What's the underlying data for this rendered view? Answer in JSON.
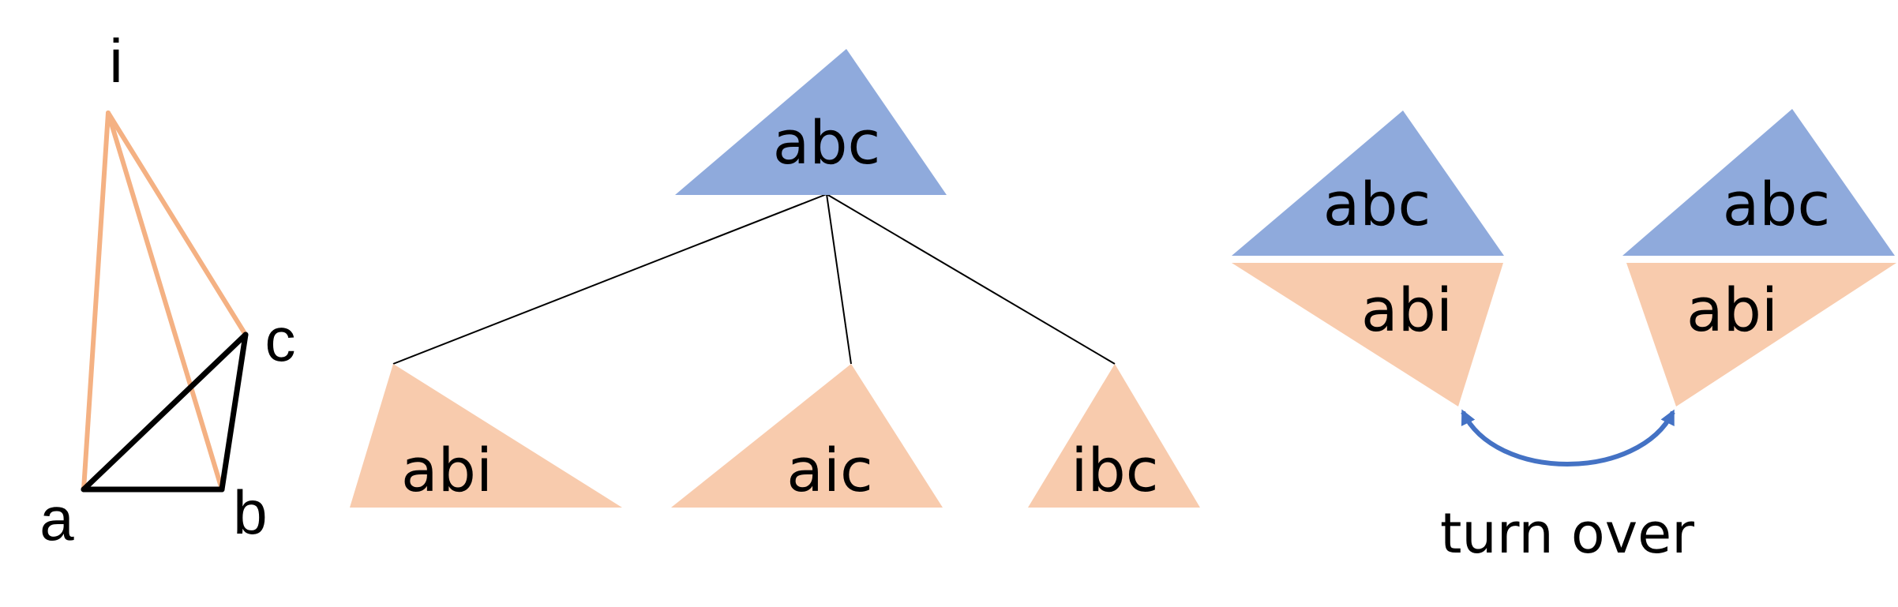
{
  "colors": {
    "blue": "#8faadc",
    "peach": "#f8cbad",
    "orange_line": "#f4b183",
    "black": "#000000",
    "arrow": "#4472c4"
  },
  "vertex_labels": {
    "i": "i",
    "a": "a",
    "b": "b",
    "c": "c"
  },
  "tree": {
    "root": "abc",
    "children": [
      "abi",
      "aic",
      "ibc"
    ]
  },
  "flip": {
    "left_top": "abc",
    "left_bottom": "abi",
    "right_top": "abc",
    "right_bottom": "abi",
    "caption": "turn over"
  }
}
